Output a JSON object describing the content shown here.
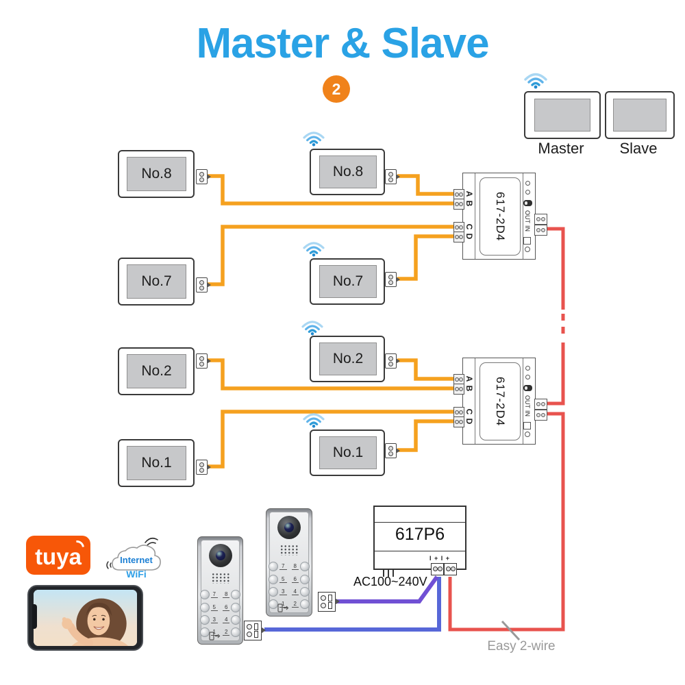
{
  "title": "Master & Slave",
  "step_badge": "2",
  "reference": {
    "master": "Master",
    "slave": "Slave"
  },
  "monitors": {
    "wired": [
      {
        "label": "No.8"
      },
      {
        "label": "No.7"
      },
      {
        "label": "No.2"
      },
      {
        "label": "No.1"
      }
    ],
    "wifi": [
      {
        "label": "No.8"
      },
      {
        "label": "No.7"
      },
      {
        "label": "No.2"
      },
      {
        "label": "No.1"
      }
    ]
  },
  "distributors": [
    {
      "model": "617-2D4",
      "ports": [
        "A",
        "B",
        "C",
        "D"
      ],
      "out": "OUT",
      "in": "IN"
    },
    {
      "model": "617-2D4",
      "ports": [
        "A",
        "B",
        "C",
        "D"
      ],
      "out": "OUT",
      "in": "IN"
    }
  ],
  "power_supply": {
    "model": "617P6",
    "input": "AC100~240V",
    "marks": "I + I +"
  },
  "door_station": {
    "rows": [
      [
        "7",
        "8"
      ],
      [
        "5",
        "6"
      ],
      [
        "3",
        "4"
      ],
      [
        "1",
        "2"
      ]
    ]
  },
  "branding": {
    "tuya": "tuya",
    "internet": "Internet",
    "wifi": "WiFi"
  },
  "note": "Easy 2-wire",
  "colors": {
    "title_blue": "#2AA2E5",
    "badge_orange": "#F0821A",
    "wire_orange": "#F5A11F",
    "wire_red": "#E8534E",
    "wire_blue": "#5767D8",
    "wire_purple": "#7050D4",
    "tuya_orange": "#F75708"
  }
}
